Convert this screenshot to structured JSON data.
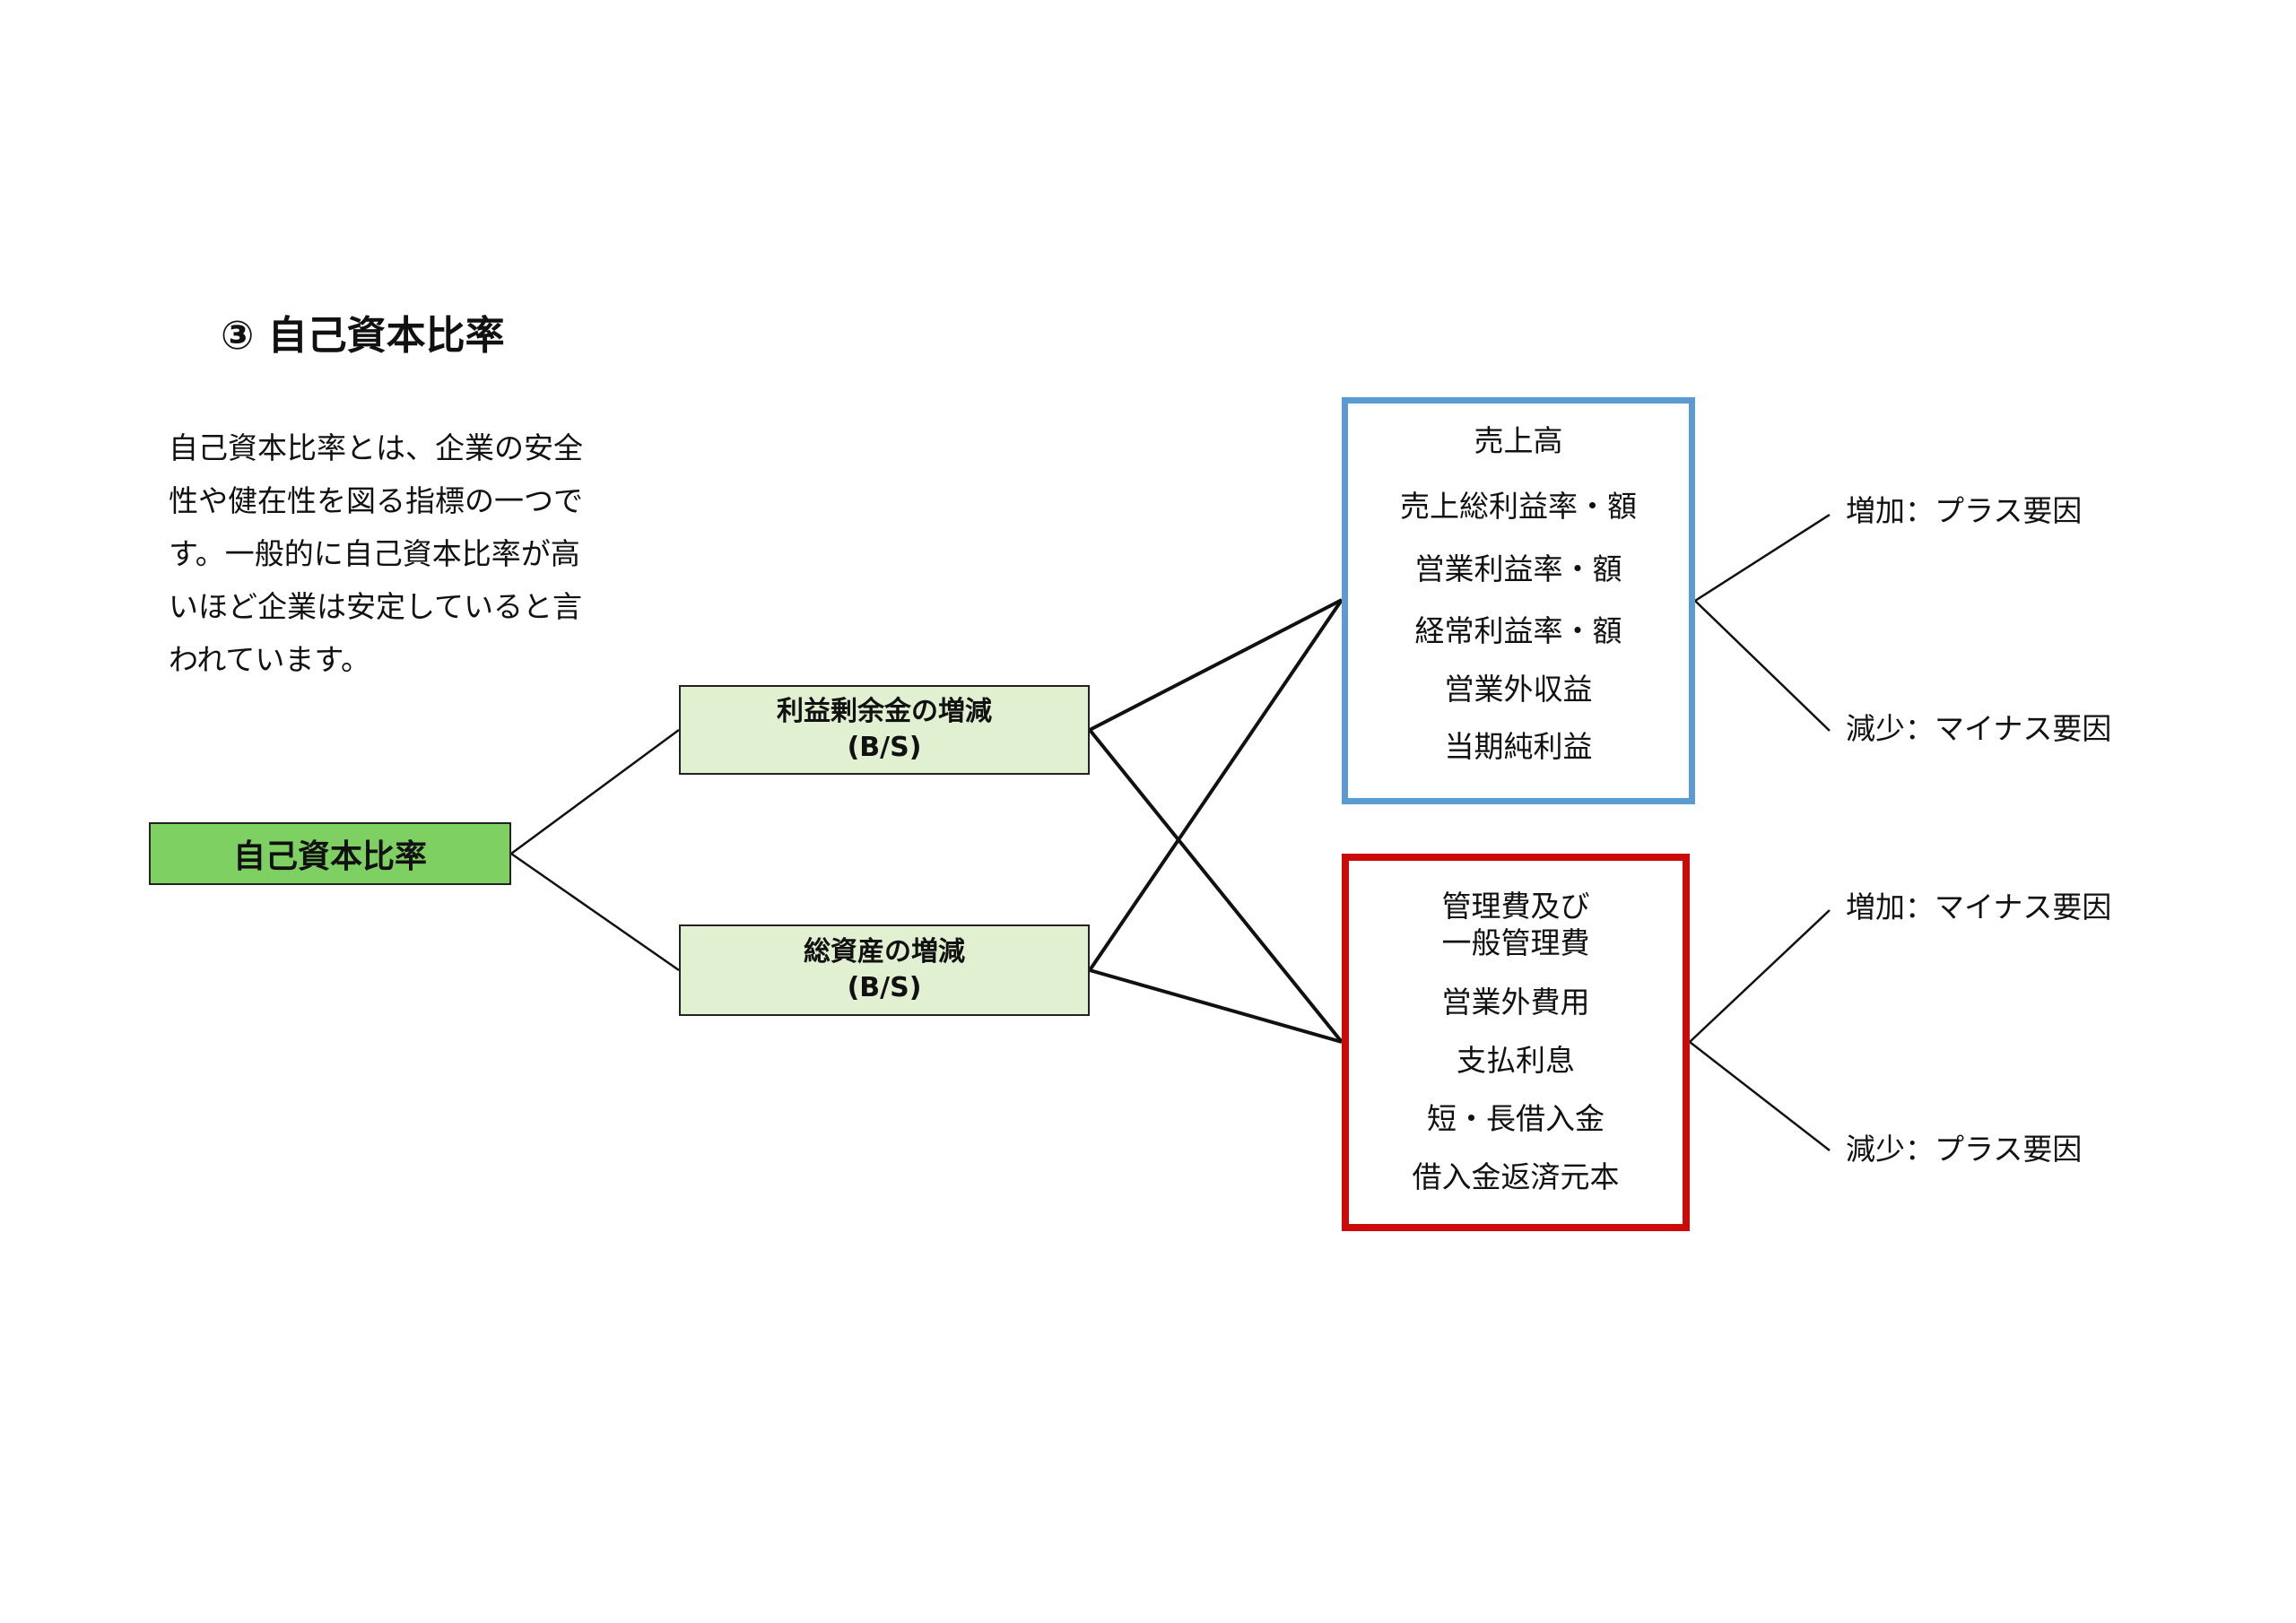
{
  "heading": "③ 自己資本比率",
  "description_lines": [
    "自己資本比率とは、企業の安全",
    "性や健在性を図る指標の一つで",
    "す。一般的に自己資本比率が高",
    "いほど企業は安定していると言",
    "われています。"
  ],
  "root": {
    "label": "自己資本比率",
    "color": "#7fd062"
  },
  "middle": [
    {
      "line1": "利益剰余金の増減",
      "line2": "(B/S)"
    },
    {
      "line1": "総資産の増減",
      "line2": "(B/S)"
    }
  ],
  "groups": [
    {
      "border_color": "#5c9bd1",
      "items": [
        "売上高",
        "売上総利益率・額",
        "営業利益率・額",
        "経常利益率・額",
        "営業外収益",
        "当期純利益"
      ],
      "effects": [
        "増加：プラス要因",
        "減少：マイナス要因"
      ]
    },
    {
      "border_color": "#cc0a0a",
      "items": [
        "管理費及び",
        "一般管理費",
        "営業外費用",
        "支払利息",
        "短・長借入金",
        "借入金返済元本"
      ],
      "effects": [
        "増加：マイナス要因",
        "減少：プラス要因"
      ]
    }
  ]
}
